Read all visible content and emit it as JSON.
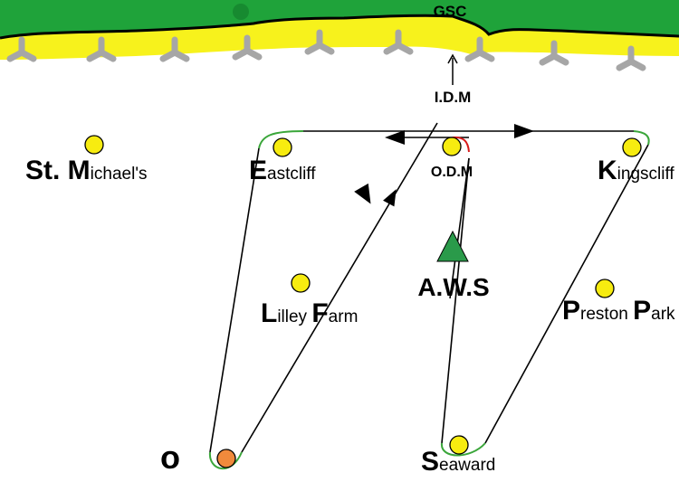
{
  "coast": {
    "label": "GSC",
    "colors": {
      "land": "#1fa33a",
      "beach": "#f7f21c",
      "coastline": "#000000",
      "groyne": "#a6a6a6"
    }
  },
  "markers": {
    "idm": "I.D.M",
    "odm": "O.D.M",
    "aws": "A.W.S",
    "origin": "o"
  },
  "places": {
    "st_michaels": {
      "initial": "St. M",
      "rest": "ichael's"
    },
    "eastcliff": {
      "initial": "E",
      "rest": "astcliff"
    },
    "kingscliff": {
      "initial": "K",
      "rest": "ingscliff"
    },
    "lilley_farm": {
      "initial1": "L",
      "rest1": "illey ",
      "initial2": "F",
      "rest2": "arm"
    },
    "preston_park": {
      "initial1": "P",
      "rest1": "reston ",
      "initial2": "P",
      "rest2": "ark"
    },
    "seaward": {
      "initial": "S",
      "rest": "eaward"
    }
  },
  "colors": {
    "place_dot": "#f7ec10",
    "origin_dot": "#f08a3c",
    "route": "#000000",
    "route_curve": "#3aa63a",
    "aws_triangle": "#2a9a4a",
    "odm_mark": "#d91a1a"
  }
}
